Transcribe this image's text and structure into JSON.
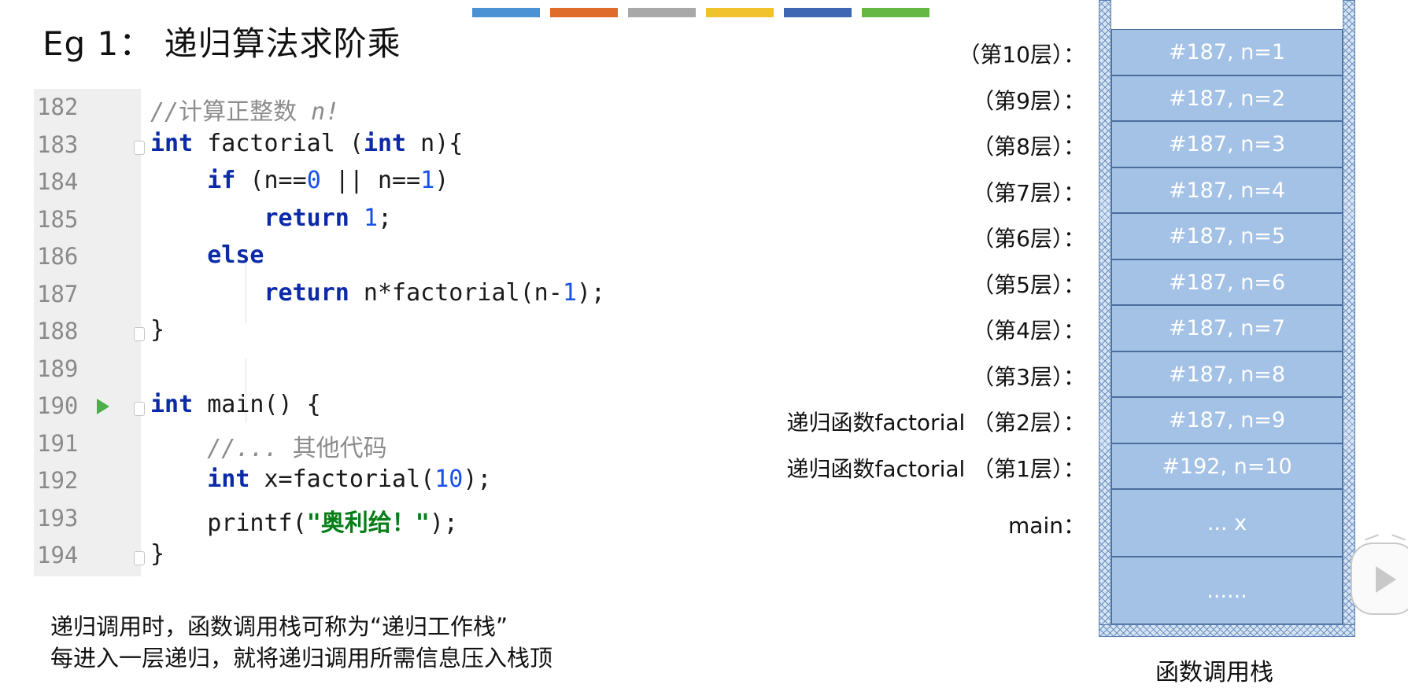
{
  "title": "Eg 1：  递归算法求阶乘",
  "palette": [
    "#4b92d4",
    "#e06c2c",
    "#a8a8a8",
    "#f2c12e",
    "#3f66b3",
    "#66b845"
  ],
  "code": {
    "lines": [
      {
        "no": "182",
        "html": "<span class='cmt'>//</span><span class='cmt-cn'>计算正整数</span><span class='cmt'> n!</span>"
      },
      {
        "no": "183",
        "html": "<span class='kw'>int</span> factorial (<span class='kw'>int</span> n){",
        "fold": true
      },
      {
        "no": "184",
        "html": "    <span class='kw'>if</span> (n==<span class='num'>0</span> || n==<span class='num'>1</span>)"
      },
      {
        "no": "185",
        "html": "        <span class='kw'>return</span> <span class='num'>1</span>;"
      },
      {
        "no": "186",
        "html": "    <span class='kw'>else</span>"
      },
      {
        "no": "187",
        "html": "        <span class='kw'>return</span> n*factorial(n-<span class='num'>1</span>);"
      },
      {
        "no": "188",
        "html": "}",
        "fold": true
      },
      {
        "no": "189",
        "html": ""
      },
      {
        "no": "190",
        "html": "<span class='kw'>int</span> main() {",
        "fold": true,
        "run": true
      },
      {
        "no": "191",
        "html": "    <span class='cmt'>//...</span> <span class='cmt-cn'>其他代码</span>"
      },
      {
        "no": "192",
        "html": "    <span class='kw'>int</span> x=factorial(<span class='num'>10</span>);"
      },
      {
        "no": "193",
        "html": "    printf(<span class='str'>\"奥利给！\"</span>);"
      },
      {
        "no": "194",
        "html": "}",
        "fold": true
      }
    ]
  },
  "captions": [
    "递归调用时，函数调用栈可称为“递归工作栈”",
    "每进入一层递归，就将递归调用所需信息压入栈顶"
  ],
  "stack": {
    "caption": "函数调用栈",
    "frames": [
      {
        "label": "（第10层）：",
        "value": "#187, n=1"
      },
      {
        "label": "（第9层）：",
        "value": "#187, n=2"
      },
      {
        "label": "（第8层）：",
        "value": "#187, n=3"
      },
      {
        "label": "（第7层）：",
        "value": "#187, n=4"
      },
      {
        "label": "（第6层）：",
        "value": "#187, n=5"
      },
      {
        "label": "（第5层）：",
        "value": "#187, n=6"
      },
      {
        "label": "（第4层）：",
        "value": "#187, n=7"
      },
      {
        "label": "（第3层）：",
        "value": "#187, n=8"
      },
      {
        "label": "递归函数factorial （第2层）：",
        "value": "#187, n=9"
      },
      {
        "label": "递归函数factorial （第1层）：",
        "value": "#192, n=10"
      },
      {
        "label": "main：",
        "value": "... x"
      },
      {
        "label": "",
        "value": "......"
      }
    ]
  }
}
